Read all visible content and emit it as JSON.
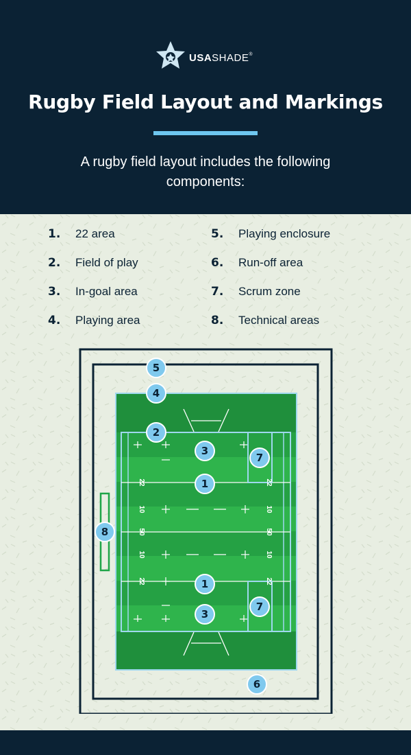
{
  "brand": {
    "name_bold": "USA",
    "name_regular": "SHADE",
    "trademark": "®",
    "logo_icon": "star-icon"
  },
  "title": "Rugby Field Layout and Markings",
  "subtitle": "A rugby field layout includes the following components:",
  "components": [
    {
      "num": "1.",
      "label": "22 area"
    },
    {
      "num": "2.",
      "label": "Field of play"
    },
    {
      "num": "3.",
      "label": "In-goal area"
    },
    {
      "num": "4.",
      "label": "Playing area"
    },
    {
      "num": "5.",
      "label": "Playing enclosure"
    },
    {
      "num": "6.",
      "label": "Run-off area"
    },
    {
      "num": "7.",
      "label": "Scrum zone"
    },
    {
      "num": "8.",
      "label": "Technical areas"
    }
  ],
  "diagram": {
    "yard_marks": [
      "22",
      "10",
      "50",
      "10",
      "22"
    ],
    "badges": [
      "5",
      "4",
      "2",
      "3",
      "7",
      "1",
      "8",
      "1",
      "7",
      "3",
      "6"
    ]
  },
  "colors": {
    "navy": "#0b2234",
    "accent_blue": "#6ec6ef",
    "field_dark": "#1f9a3f",
    "field_light": "#2eb24a",
    "line": "#9fd8ee"
  }
}
